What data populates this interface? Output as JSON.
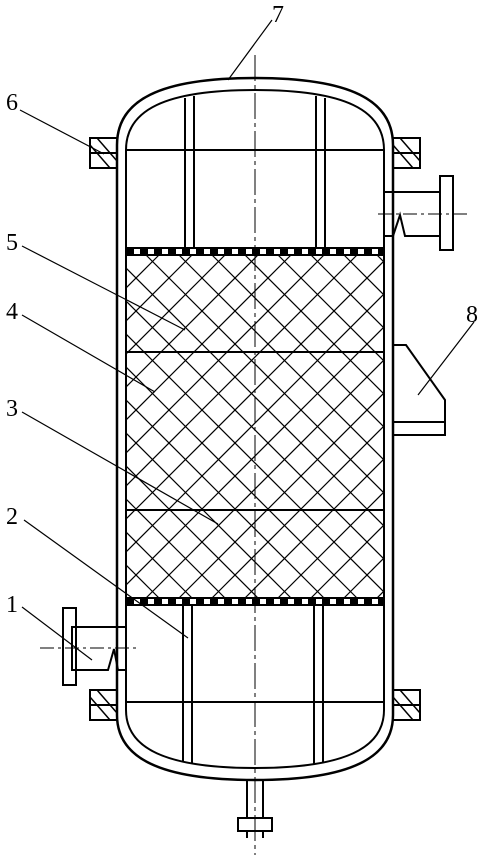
{
  "diagram": {
    "colors": {
      "ink": "#000000",
      "paper": "#ffffff"
    },
    "callouts": {
      "c1": "1",
      "c2": "2",
      "c3": "3",
      "c4": "4",
      "c5": "5",
      "c6": "6",
      "c7": "7",
      "c8": "8"
    }
  }
}
